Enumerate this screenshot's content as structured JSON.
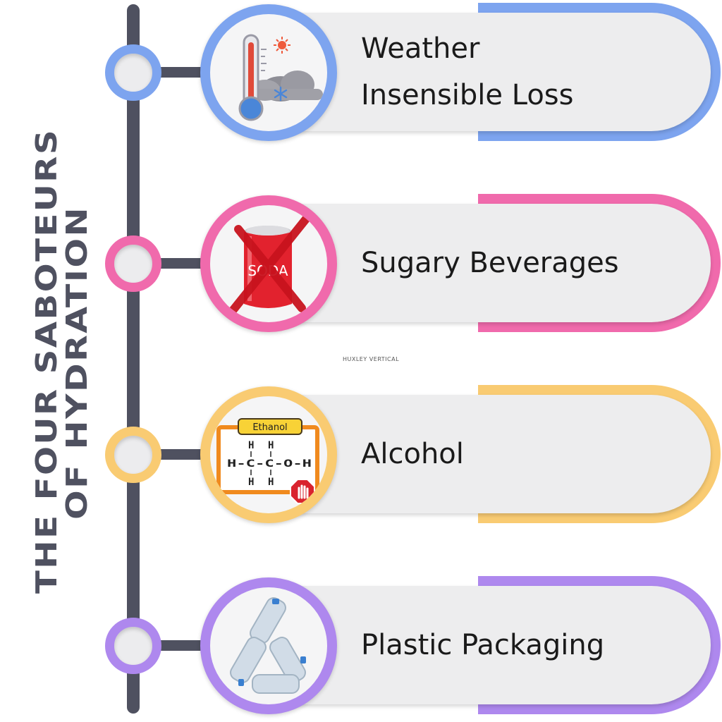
{
  "title": {
    "line1": "THE FOUR SABOTEURS",
    "line2": "OF HYDRATION"
  },
  "watermark": "HUXLEY VERTICAL",
  "colors": {
    "spine": "#4f5160",
    "weather": "#7da4ef",
    "sugary": "#f06aac",
    "alcohol": "#f9cb72",
    "plastic": "#ae88ee"
  },
  "steps": [
    {
      "id": "weather",
      "color": "#7da4ef",
      "icon": "thermometer-weather-icon",
      "lines": [
        "Weather",
        "Insensible Loss"
      ]
    },
    {
      "id": "sugary",
      "color": "#f06aac",
      "icon": "crossed-soda-can-icon",
      "icon_text": "SODA",
      "lines": [
        "Sugary Beverages"
      ]
    },
    {
      "id": "alcohol",
      "color": "#f9cb72",
      "icon": "ethanol-formula-stop-icon",
      "icon_text": "Ethanol",
      "formula": {
        "top_h1": "H",
        "top_h2": "H",
        "middle": "H-C-C-O-H",
        "bottom_h1": "H",
        "bottom_h2": "H"
      },
      "lines": [
        "Alcohol"
      ]
    },
    {
      "id": "plastic",
      "color": "#ae88ee",
      "icon": "plastic-bottle-recycle-icon",
      "lines": [
        "Plastic Packaging"
      ]
    }
  ]
}
